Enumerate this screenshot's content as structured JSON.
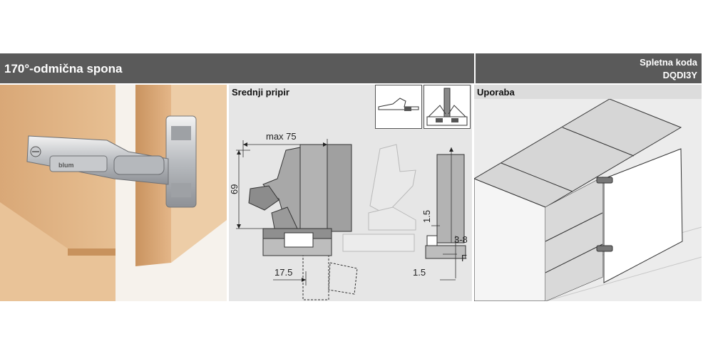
{
  "header": {
    "title": "170°-odmična spona",
    "code_label": "Spletna koda",
    "code_value": "DQDI3Y"
  },
  "middle": {
    "heading": "Srednji pripir",
    "dimensions": {
      "max_width": "max 75",
      "height": "69",
      "left_offset": "17.5",
      "vertical_gap": "1.5",
      "range": "3-8",
      "side_label": "F",
      "bottom_gap": "1.5"
    }
  },
  "right": {
    "heading": "Uporaba"
  },
  "photo": {
    "brand": "blum"
  },
  "colors": {
    "header_bg": "#5a5a5a",
    "panel_bg": "#e6e6e6",
    "wood": "#e0b88c"
  }
}
